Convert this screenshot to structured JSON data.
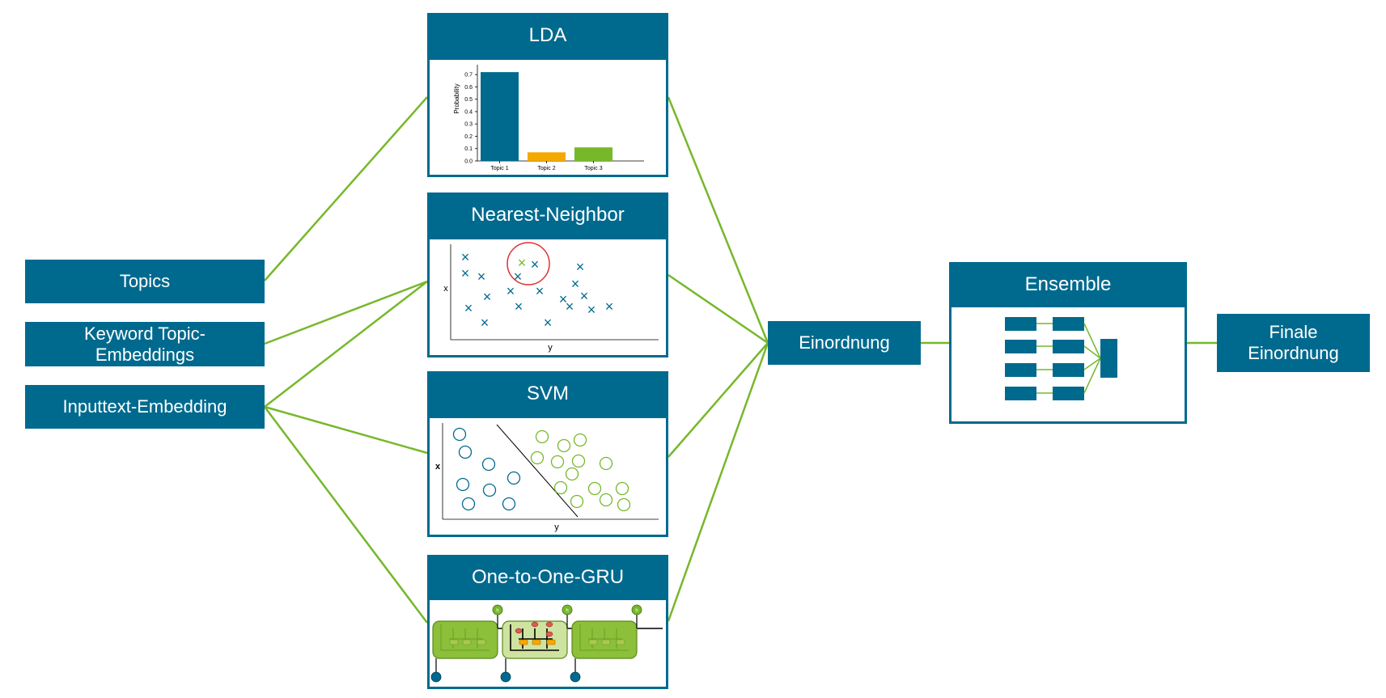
{
  "colors": {
    "node_fill": "#006a8e",
    "connector": "#76b82a",
    "bar_topic1": "#006a8e",
    "bar_topic2": "#f5a800",
    "bar_topic3": "#76b82a",
    "highlight_circle": "#e03030"
  },
  "inputs": {
    "topics": "Topics",
    "keyword_embeddings": "Keyword Topic-\nEmbeddings",
    "inputtext_embedding": "Inputtext-Embedding"
  },
  "models": {
    "lda": {
      "title": "LDA",
      "chart_data": {
        "type": "bar",
        "categories": [
          "Topic 1",
          "Topic 2",
          "Topic 3"
        ],
        "values": [
          0.72,
          0.07,
          0.11
        ],
        "ylabel": "Probability",
        "yticks": [
          "0.0",
          "0.1",
          "0.2",
          "0.3",
          "0.4",
          "0.5",
          "0.6",
          "0.7"
        ],
        "ylim": [
          0,
          0.78
        ]
      }
    },
    "nearest_neighbor": {
      "title": "Nearest-Neighbor",
      "xlabel": "x",
      "ylabel": "y",
      "marker": "×"
    },
    "svm": {
      "title": "SVM",
      "xlabel": "x",
      "ylabel": "y"
    },
    "gru": {
      "title": "One-to-One-GRU",
      "output_symbol": "h"
    }
  },
  "aggregate": {
    "einordnung": "Einordnung",
    "ensemble": "Ensemble",
    "final": "Finale\nEinordnung"
  }
}
